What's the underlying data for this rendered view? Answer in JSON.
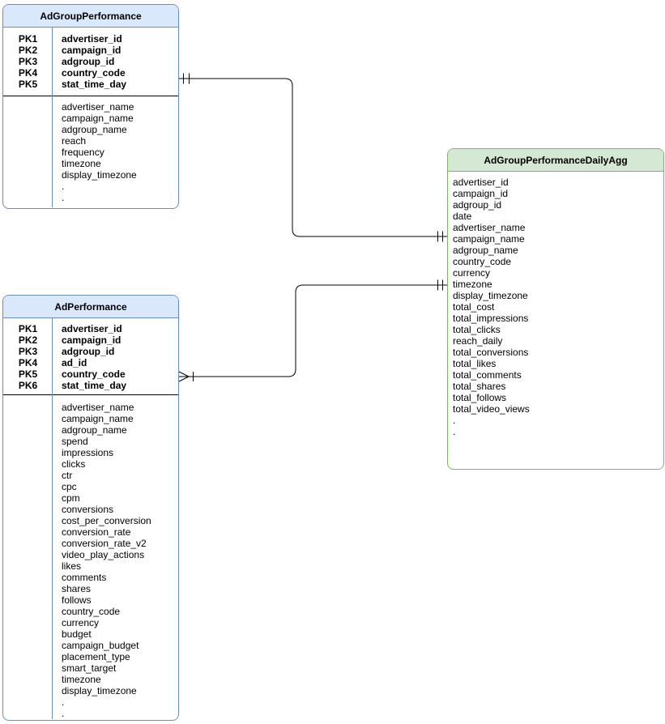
{
  "diagram_type": "entity-relationship",
  "tables": [
    {
      "name": "AdGroupPerformance",
      "style": "blue",
      "primary_keys": [
        {
          "key": "PK1",
          "field": "advertiser_id"
        },
        {
          "key": "PK2",
          "field": "campaign_id"
        },
        {
          "key": "PK3",
          "field": "adgroup_id"
        },
        {
          "key": "PK4",
          "field": "country_code"
        },
        {
          "key": "PK5",
          "field": "stat_time_day"
        }
      ],
      "fields": [
        "advertiser_name",
        "campaign_name",
        "adgroup_name",
        "reach",
        "frequency",
        "timezone",
        "display_timezone",
        ".",
        "."
      ]
    },
    {
      "name": "AdPerformance",
      "style": "blue",
      "primary_keys": [
        {
          "key": "PK1",
          "field": "advertiser_id"
        },
        {
          "key": "PK2",
          "field": "campaign_id"
        },
        {
          "key": "PK3",
          "field": "adgroup_id"
        },
        {
          "key": "PK4",
          "field": "ad_id"
        },
        {
          "key": "PK5",
          "field": "country_code"
        },
        {
          "key": "PK6",
          "field": "stat_time_day"
        }
      ],
      "fields": [
        "advertiser_name",
        "campaign_name",
        "adgroup_name",
        "spend",
        "impressions",
        "clicks",
        "ctr",
        "cpc",
        "cpm",
        "conversions",
        "cost_per_conversion",
        "conversion_rate",
        "conversion_rate_v2",
        "video_play_actions",
        "likes",
        "comments",
        "shares",
        "follows",
        "country_code",
        "currency",
        "budget",
        "campaign_budget",
        "placement_type",
        "smart_target",
        "timezone",
        "display_timezone",
        ".",
        "."
      ]
    },
    {
      "name": "AdGroupPerformanceDailyAgg",
      "style": "green",
      "primary_keys": [],
      "fields": [
        "advertiser_id",
        "campaign_id",
        "adgroup_id",
        "date",
        "advertiser_name",
        "campaign_name",
        "adgroup_name",
        "country_code",
        "currency",
        "timezone",
        "display_timezone",
        "total_cost",
        "total_impressions",
        "total_clicks",
        "reach_daily",
        "total_conversions",
        "total_likes",
        "total_comments",
        "total_shares",
        "total_follows",
        "total_video_views",
        ".",
        "."
      ]
    }
  ],
  "relationships": [
    {
      "from": "AdGroupPerformance",
      "to": "AdGroupPerformanceDailyAgg",
      "from_cardinality": "one-and-only-one",
      "to_cardinality": "one-and-only-one"
    },
    {
      "from": "AdPerformance",
      "to": "AdGroupPerformanceDailyAgg",
      "from_cardinality": "one-or-many",
      "to_cardinality": "one-and-only-one"
    }
  ],
  "colors": {
    "blue_fill": "#dae8fc",
    "blue_border": "#6c8ebf",
    "green_fill": "#d5e8d4",
    "green_border": "#82b366",
    "line": "#000000",
    "text": "#000000",
    "background": "#ffffff"
  }
}
